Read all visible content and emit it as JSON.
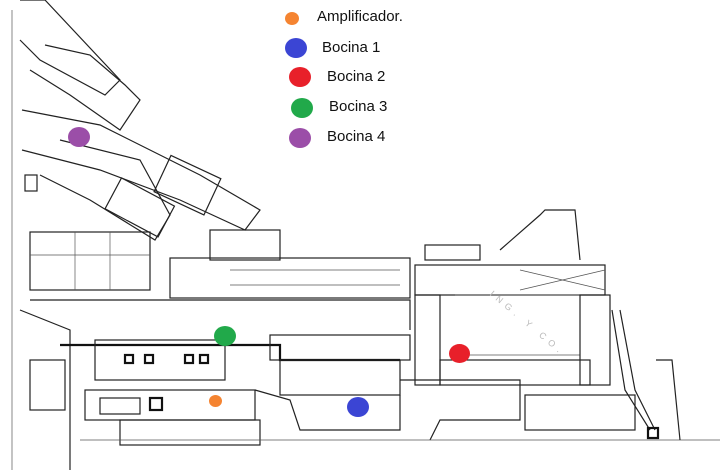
{
  "legend": [
    {
      "label": "Amplificador.",
      "color": "#f58431"
    },
    {
      "label": "Bocina 1",
      "color": "#3b45d4"
    },
    {
      "label": "Bocina 2",
      "color": "#e8202a"
    },
    {
      "label": "Bocina 3",
      "color": "#21a94a"
    },
    {
      "label": "Bocina 4",
      "color": "#9b4ea8"
    }
  ],
  "plan_label": "ING. Y CO."
}
